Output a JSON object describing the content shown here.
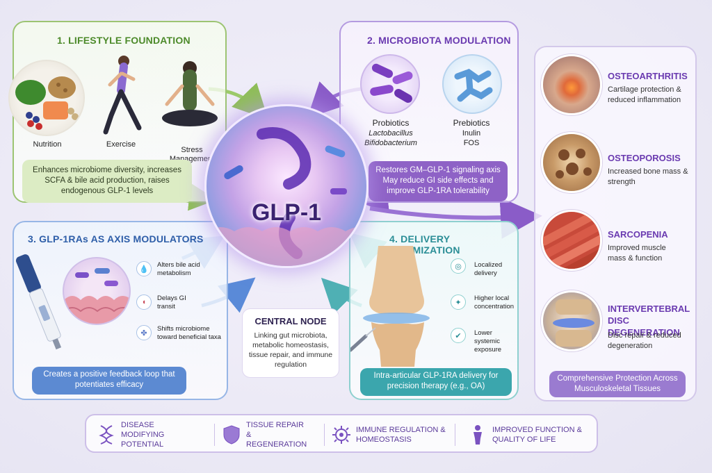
{
  "lifestyle": {
    "title": "1. LIFESTYLE FOUNDATION",
    "items": [
      "Nutrition",
      "Exercise",
      "Stress\nManagement"
    ],
    "box": "Enhances microbiome diversity, increases SCFA & bile acid production, raises endogenous GLP-1 levels"
  },
  "microbiota": {
    "title": "2. MICROBIOTA MODULATION",
    "probiotics": {
      "label": "Probiotics",
      "line1": "Lactobacillus",
      "line2": "Bifidobacterium"
    },
    "prebiotics": {
      "label": "Prebiotics",
      "line1": "Inulin",
      "line2": "FOS"
    },
    "box": "Restores GM–GLP-1 signaling axis May reduce GI side effects and improve GLP-1RA tolerability"
  },
  "axis": {
    "title": "3. GLP-1RAs AS AXIS MODULATORS",
    "items": [
      {
        "icon": "droplet-icon",
        "text": "Alters bile acid metabolism"
      },
      {
        "icon": "stomach-icon",
        "text": "Delays GI transit"
      },
      {
        "icon": "microbe-icon",
        "text": "Shifts microbiome toward beneficial taxa"
      }
    ],
    "box": "Creates a positive feedback loop that potentiates efficacy"
  },
  "delivery": {
    "title": "4. DELIVERY OPTIMIZATION",
    "items": [
      {
        "icon": "target-icon",
        "text": "Localized delivery"
      },
      {
        "icon": "expand-icon",
        "text": "Higher local concentration"
      },
      {
        "icon": "shield-check-icon",
        "text": "Lower systemic exposure"
      }
    ],
    "box": "Intra-articular GLP-1RA delivery for precision therapy (e.g., OA)"
  },
  "center": {
    "label": "GLP-1",
    "node_title": "CENTRAL NODE",
    "node_text": "Linking gut microbiota, metabolic homeostasis, tissue repair, and immune regulation"
  },
  "outcomes": {
    "items": [
      {
        "title": "OSTEOARTHRITIS",
        "text": "Cartilage protection & reduced inflammation"
      },
      {
        "title": "OSTEOPOROSIS",
        "text": "Increased bone mass & strength"
      },
      {
        "title": "SARCOPENIA",
        "text": "Improved muscle mass & function"
      },
      {
        "title": "INTERVERTEBRAL DISC DEGENERATION",
        "text": "Disc repair & reduced degeneration"
      }
    ],
    "box": "Comprehensive Protection Across Musculoskeletal Tissues"
  },
  "benefits": [
    {
      "icon": "dna-icon",
      "text": "DISEASE MODIFYING POTENTIAL"
    },
    {
      "icon": "shield-icon",
      "text": "TISSUE REPAIR & REGENERATION"
    },
    {
      "icon": "immune-cell-icon",
      "text": "IMMUNE REGULATION & HOMEOSTASIS"
    },
    {
      "icon": "person-icon",
      "text": "IMPROVED FUNCTION & QUALITY OF LIFE"
    }
  ],
  "colors": {
    "lifestyle": "#4c8a2a",
    "microbiota": "#6a3ab0",
    "axis": "#2e5ea8",
    "delivery": "#2a8e96",
    "outcomes": "#6a3ab0"
  }
}
